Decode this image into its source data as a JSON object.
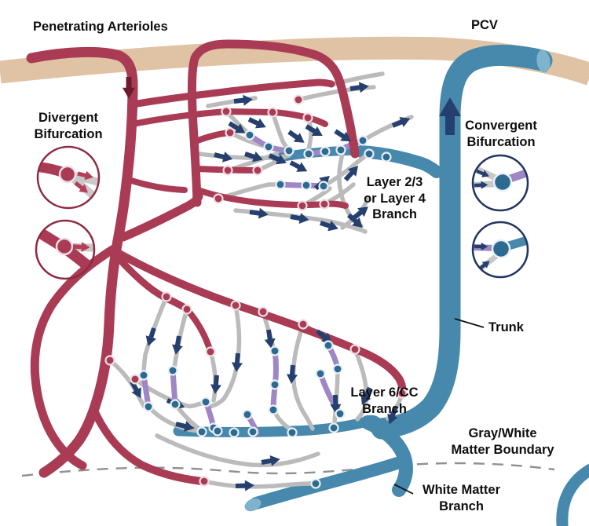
{
  "figure": {
    "type": "cortical-microvasculature-schematic",
    "labels": {
      "penetrating_arterioles": "Penetrating Arterioles",
      "pcv": "PCV",
      "divergent_bifurcation": "Divergent\nBifurcation",
      "convergent_bifurcation": "Convergent\nBifurcation",
      "layer23_branch": "Layer 2/3\nor Layer 4\nBranch",
      "trunk": "Trunk",
      "layer6cc_branch": "Layer 6/CC\nBranch",
      "gray_white_boundary": "Gray/White\nMatter Boundary",
      "white_matter_branch": "White Matter\nBranch"
    },
    "insets": {
      "divergent_top": "arteriole-node-with-two-diverging-capillaries",
      "divergent_bottom": "arteriole-node-with-one-diverging-capillary",
      "convergent_top": "two-capillaries-converging-into-venule-node",
      "convergent_bottom": "transitional-and-capillary-converging-into-venule-node"
    },
    "colors": {
      "arteriole": "#aa3b55",
      "venule": "#4788ad",
      "capillary": "#bcbbbc",
      "transitional": "#9f86c5",
      "flow_arrow": "#25406f",
      "arterial_arrow": "#6b1b2d",
      "cortical_surface": "#dfc3a4",
      "boundary_dash": "#909090",
      "arteriole_node": "#aa3b55",
      "venule_node": "#2c6a92",
      "background": "#ffffff"
    }
  }
}
